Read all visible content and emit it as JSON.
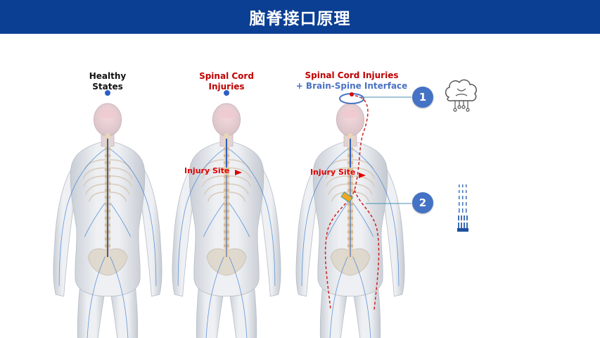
{
  "title": "脑脊接口原理",
  "panels": [
    {
      "label_line1": "Healthy",
      "label_line2": "States"
    },
    {
      "label_line1": "Spinal Cord",
      "label_line2": "Injuries",
      "injury_label": "Injury Site"
    },
    {
      "label_line1": "Spinal Cord Injuries",
      "label_line2": "+ Brain-Spine Interface",
      "injury_label": "Injury Site"
    }
  ],
  "callouts": [
    {
      "number": "1",
      "icon": "brain-chip-icon"
    },
    {
      "number": "2",
      "icon": "electrode-array-icon"
    }
  ],
  "colors": {
    "title_bar": "#0b3f93",
    "badge": "#4472c4",
    "injury_red": "#e00000",
    "dashed_path": "#d02020",
    "nerve_blue": "#3d7fd6"
  }
}
